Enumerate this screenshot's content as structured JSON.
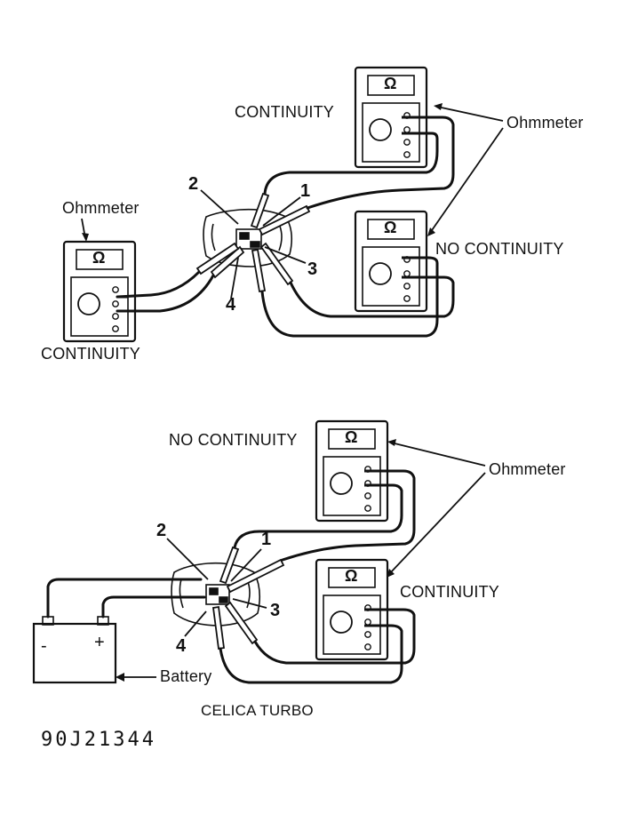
{
  "top": {
    "meters": {
      "upper_right_status": "CONTINUITY",
      "lower_right_status": "NO CONTINUITY",
      "left_status": "CONTINUITY",
      "left_caption": "Ohmmeter",
      "right_caption": "Ohmmeter",
      "display_symbol": "Ω"
    },
    "terminals": [
      "1",
      "2",
      "3",
      "4"
    ]
  },
  "bottom": {
    "meters": {
      "upper_status": "NO CONTINUITY",
      "lower_status": "CONTINUITY",
      "caption": "Ohmmeter",
      "display_symbol": "Ω"
    },
    "terminals": [
      "1",
      "2",
      "3",
      "4"
    ],
    "battery_label": "Battery",
    "battery_minus": "-",
    "battery_plus": "+",
    "model_label": "CELICA TURBO"
  },
  "figure_code": "90J21344"
}
